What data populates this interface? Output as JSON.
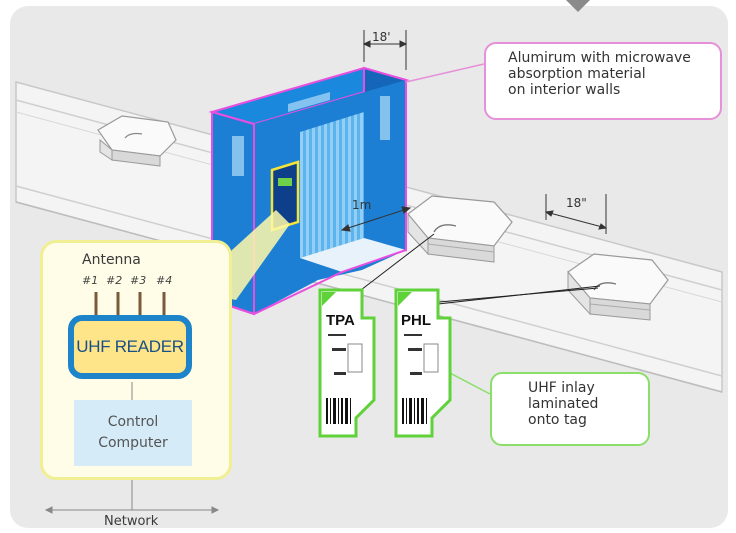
{
  "labels": {
    "antenna": "Antenna",
    "ports": [
      "#1",
      "#2",
      "#3",
      "#4"
    ],
    "reader": "UHF READER",
    "computer_line1": "Control",
    "computer_line2": "Computer",
    "network": "Network",
    "tunnel_width": "18'",
    "spacing": "18\"",
    "distance": "1m",
    "tag_1": "TPA",
    "tag_2": "PHL"
  },
  "callouts": {
    "material": [
      "Alumirum with microwave",
      "absorption material",
      "on interior walls"
    ],
    "inlay": [
      "UHF inlay",
      "laminated",
      "onto tag"
    ]
  },
  "colors": {
    "background": "#e9e9e9",
    "tunnel": "#1d7fd3",
    "tunnel_outline": "#e84ee0",
    "tag_outline": "#5fd23a",
    "reader_panel": "#f1ef93",
    "reader_border": "#1d84c9",
    "reader_fill": "#ffe58a",
    "computer_fill": "#d5ebf8"
  }
}
